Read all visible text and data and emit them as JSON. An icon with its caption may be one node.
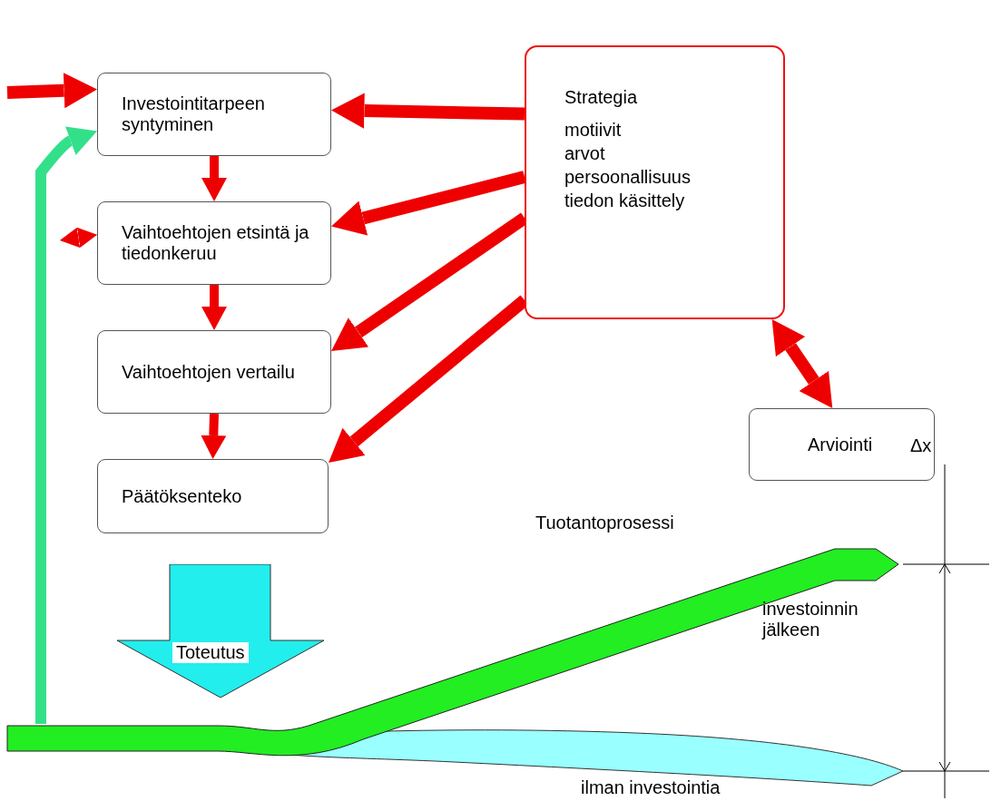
{
  "diagram": {
    "nodes": [
      {
        "text": [
          "Investointitarpeen syntyminen"
        ]
      },
      {
        "text": [
          "Vaihtoehtojen etsintä ja tiedonkeruu"
        ]
      },
      {
        "text": [
          "Vaihtoehtojen vertailu"
        ]
      },
      {
        "text": [
          "Päätöksenteko"
        ]
      },
      {
        "text": [
          "Strategia",
          "motiivit",
          "arvot",
          "persoonallisuus",
          "tiedon käsittely"
        ]
      },
      {
        "text": [
          "Arviointi"
        ]
      },
      {
        "text": [
          "Toteutus"
        ]
      }
    ],
    "edges": [
      {
        "from": null,
        "to": 0,
        "arrow": "to"
      },
      {
        "from": null,
        "to": 0,
        "arrow": "to",
        "color": "#33e08a"
      },
      {
        "from": null,
        "to": 1,
        "arrow": "both"
      },
      {
        "from": 0,
        "to": 1,
        "arrow": "to"
      },
      {
        "from": 1,
        "to": 2,
        "arrow": "to"
      },
      {
        "from": 2,
        "to": 3,
        "arrow": "to"
      },
      {
        "from": 4,
        "to": 0,
        "arrow": "to"
      },
      {
        "from": 4,
        "to": 1,
        "arrow": "to"
      },
      {
        "from": 4,
        "to": 2,
        "arrow": "to"
      },
      {
        "from": 4,
        "to": 3,
        "arrow": "to"
      },
      {
        "from": 4,
        "to": 5,
        "arrow": "both"
      }
    ],
    "labels": [
      "Δx",
      "Tuotantoprosessi",
      "investoinnin jälkeen",
      "ilman investointia"
    ]
  }
}
